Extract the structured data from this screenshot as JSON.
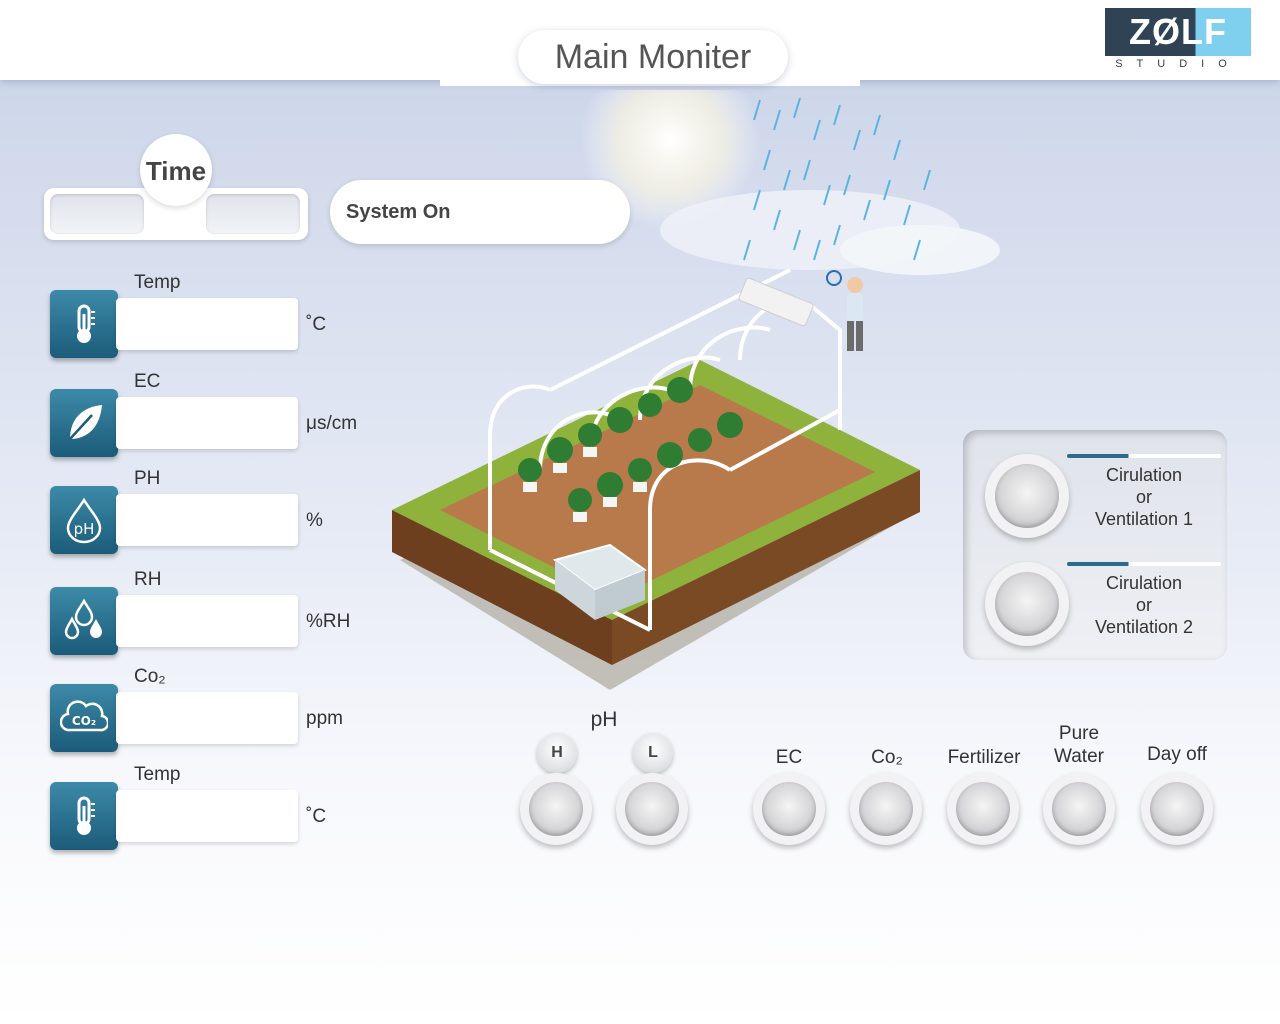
{
  "header": {
    "title": "Main Moniter"
  },
  "logo": {
    "main": "ZØLF",
    "sub": "STUDIO"
  },
  "time": {
    "label": "Time",
    "separator": "--"
  },
  "status": {
    "text": "System On"
  },
  "sensors": [
    {
      "label": "Temp",
      "unit": "˚C",
      "icon": "thermometer-icon"
    },
    {
      "label": "EC",
      "unit": "μs/cm",
      "icon": "leaf-icon"
    },
    {
      "label": "PH",
      "unit": "%",
      "icon": "ph-drop-icon"
    },
    {
      "label": "RH",
      "unit": "%RH",
      "icon": "water-drops-icon"
    },
    {
      "label": "Co₂",
      "unit": "ppm",
      "icon": "co2-cloud-icon"
    },
    {
      "label": "Temp",
      "unit": "˚C",
      "icon": "thermometer-icon"
    }
  ],
  "ventilation": [
    {
      "line1": "Cirulation",
      "line2": "or",
      "line3": "Ventilation 1"
    },
    {
      "line1": "Cirulation",
      "line2": "or",
      "line3": "Ventilation 2"
    }
  ],
  "indicators": {
    "ph_label": "pH",
    "ph_high": "H",
    "ph_low": "L",
    "items": [
      {
        "line1": "EC",
        "line2": ""
      },
      {
        "line1": "Co₂",
        "line2": ""
      },
      {
        "line1": "Fertilizer",
        "line2": ""
      },
      {
        "line1": "Pure",
        "line2": "Water"
      },
      {
        "line1": "Day off",
        "line2": ""
      }
    ]
  },
  "colors": {
    "icon_bg": "#1b5c7a",
    "accent": "#7fd0ee",
    "logo_dark": "#2f4355"
  }
}
